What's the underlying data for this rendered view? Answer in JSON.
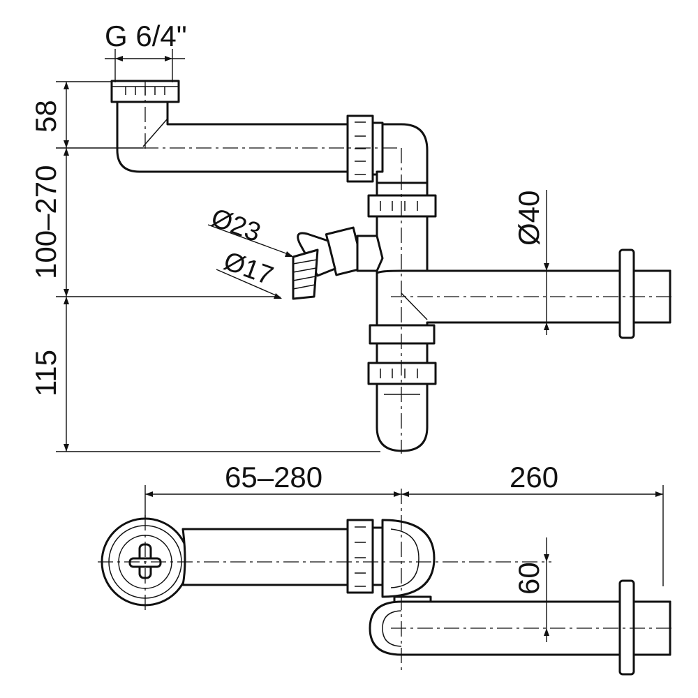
{
  "dimensions": {
    "thread": "G 6/4\"",
    "inlet_height": "58",
    "adjustable_height": "100–270",
    "trap_depth": "115",
    "diameter_outlet": "Ø40",
    "diameter_hose_outer": "Ø23",
    "diameter_hose_inner": "Ø17",
    "horizontal_adjust": "65–280",
    "outlet_length": "260",
    "offset": "60"
  },
  "colors": {
    "line": "#111111",
    "background": "#ffffff"
  }
}
